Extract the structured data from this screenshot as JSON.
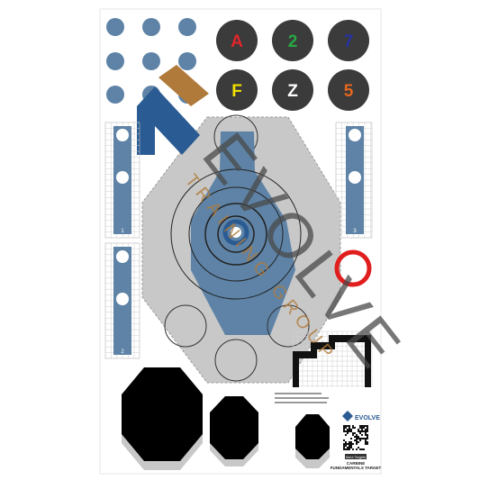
{
  "circle_buttons": [
    {
      "label": "A",
      "color": "#e0252b"
    },
    {
      "label": "2",
      "color": "#27a844"
    },
    {
      "label": "7",
      "color": "#2533a0"
    },
    {
      "label": "F",
      "color": "#f2e000"
    },
    {
      "label": "Z",
      "color": "#ffffff"
    },
    {
      "label": "5",
      "color": "#e3661f"
    }
  ],
  "strip_numbers": [
    "1",
    "2",
    "3"
  ],
  "watermark": {
    "brand": "EVOLVE",
    "tagline": "TRAINING GROUP",
    "brand_color": "#4a4a4a",
    "tagline_color": "#b07a3a"
  },
  "footer": {
    "logo_text": "EVOLVE",
    "link_label": "More Targets",
    "title_line1": "CARBINE",
    "title_line2": "FUNDAMENTALS TARGET"
  },
  "colors": {
    "steel_blue": "#5e83a6",
    "dark_circle": "#3b3b3b",
    "target_gray": "#c8c8c8",
    "ring_red": "#e01e1e",
    "bronze": "#b07a3a"
  }
}
